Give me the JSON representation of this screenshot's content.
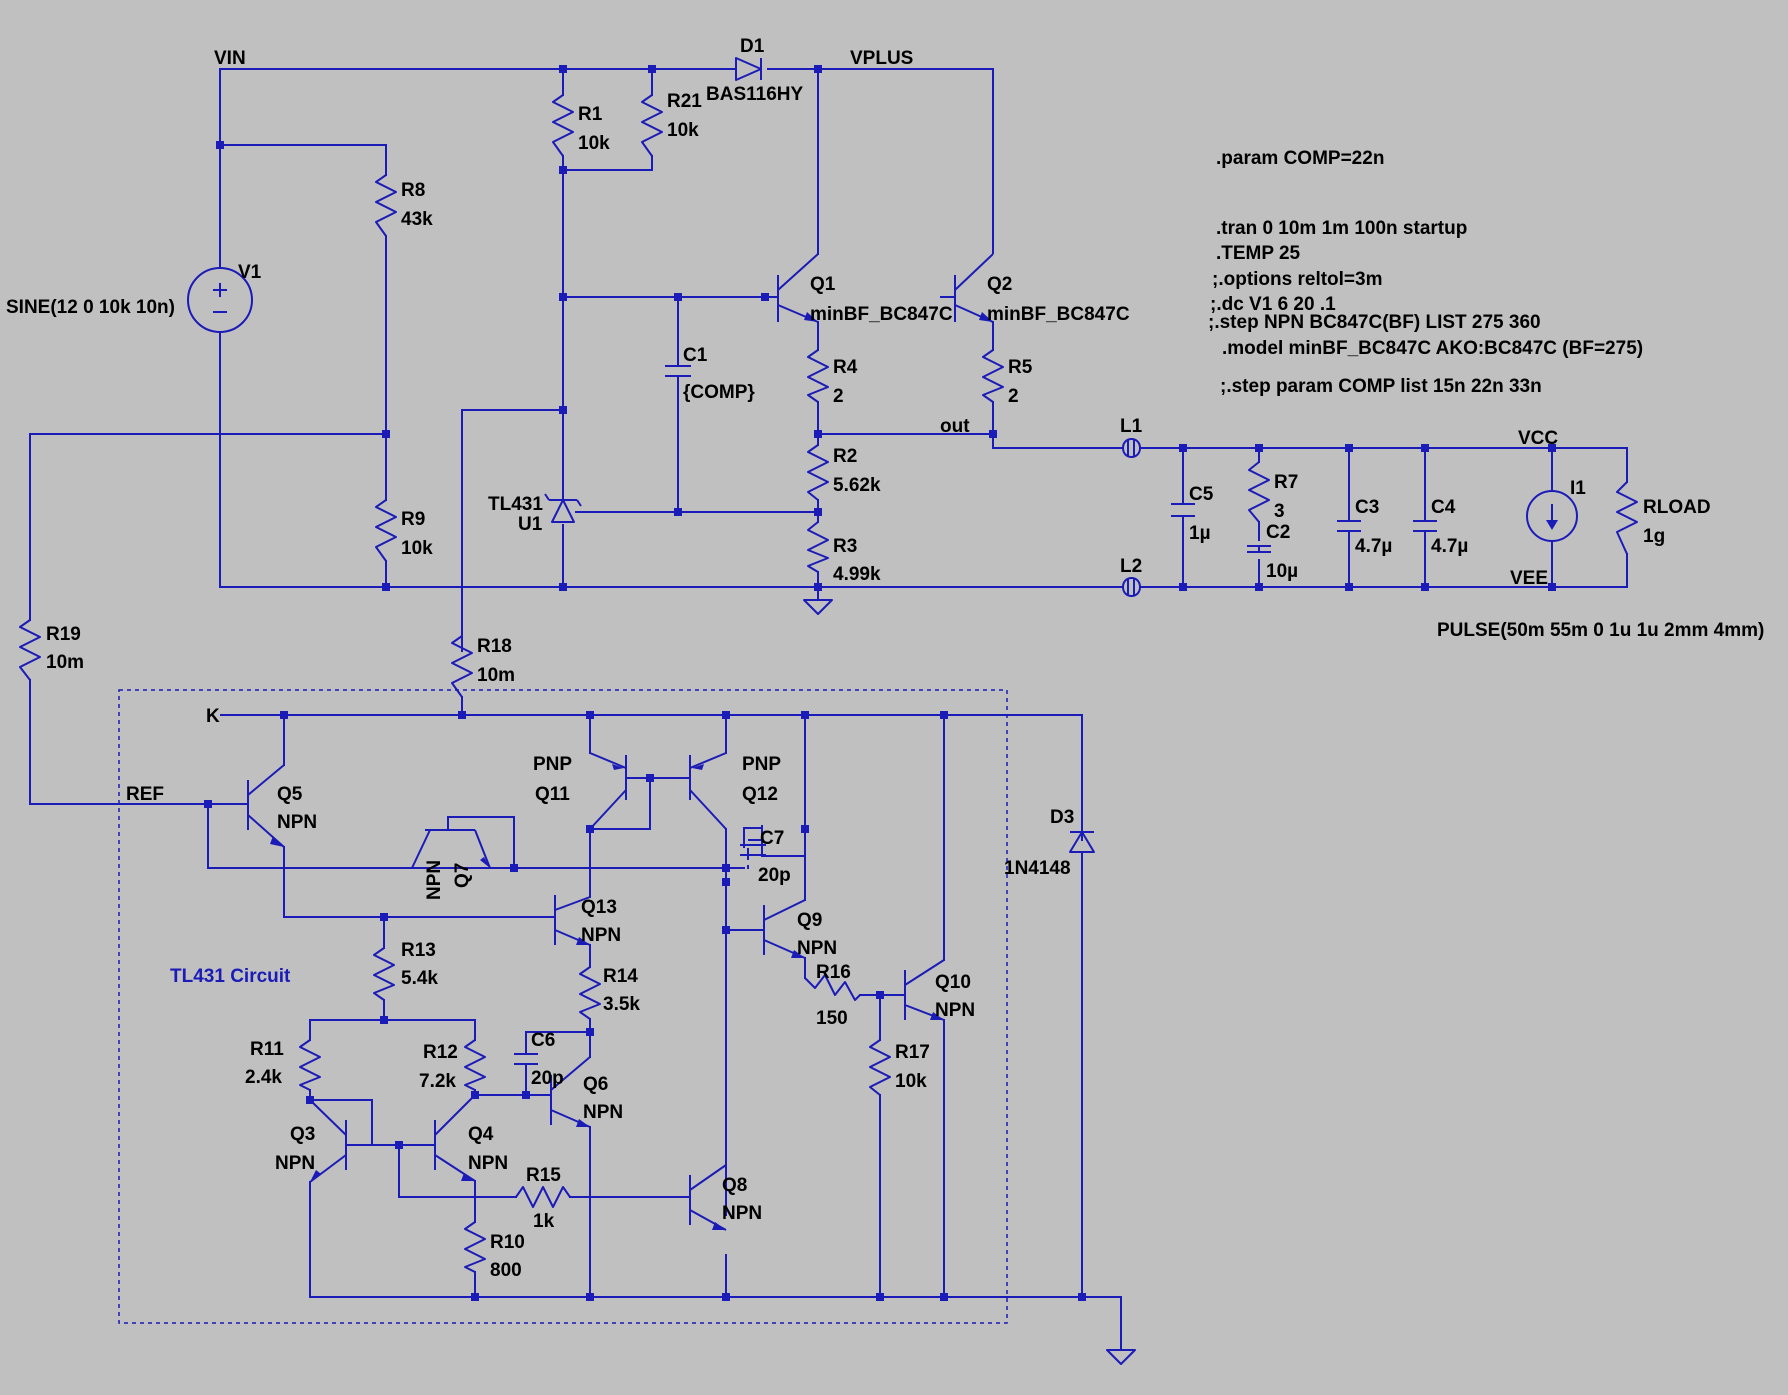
{
  "colors": {
    "background": "#c0c0c0",
    "wire": "#1b1bb7",
    "text": "#000000",
    "comment": "#1b1bb7"
  },
  "nets": {
    "vin": "VIN",
    "vplus": "VPLUS",
    "out": "out",
    "vcc": "VCC",
    "vee": "VEE",
    "k": "K",
    "ref": "REF"
  },
  "components": {
    "d1": {
      "ref": "D1",
      "value": "BAS116HY"
    },
    "r1": {
      "ref": "R1",
      "value": "10k"
    },
    "r21": {
      "ref": "R21",
      "value": "10k"
    },
    "r8": {
      "ref": "R8",
      "value": "43k"
    },
    "v1": {
      "ref": "V1",
      "value": "SINE(12 0 10k 10n)"
    },
    "r9": {
      "ref": "R9",
      "value": "10k"
    },
    "q1": {
      "ref": "Q1",
      "value": "minBF_BC847C"
    },
    "q2": {
      "ref": "Q2",
      "value": "minBF_BC847C"
    },
    "c1": {
      "ref": "C1",
      "value": "{COMP}"
    },
    "r4": {
      "ref": "R4",
      "value": "2"
    },
    "r5": {
      "ref": "R5",
      "value": "2"
    },
    "r2": {
      "ref": "R2",
      "value": "5.62k"
    },
    "r3": {
      "ref": "R3",
      "value": "4.99k"
    },
    "u1": {
      "ref": "U1",
      "value": "TL431"
    },
    "l1": {
      "ref": "L1"
    },
    "l2": {
      "ref": "L2"
    },
    "c5": {
      "ref": "C5",
      "value": "1µ"
    },
    "r7": {
      "ref": "R7",
      "value": "3"
    },
    "c2": {
      "ref": "C2",
      "value": "10µ"
    },
    "c3": {
      "ref": "C3",
      "value": "4.7µ"
    },
    "c4": {
      "ref": "C4",
      "value": "4.7µ"
    },
    "i1": {
      "ref": "I1",
      "value": "PULSE(50m 55m 0 1u 1u 2mm 4mm)"
    },
    "rload": {
      "ref": "RLOAD",
      "value": "1g"
    },
    "r19": {
      "ref": "R19",
      "value": "10m"
    },
    "r18": {
      "ref": "R18",
      "value": "10m"
    },
    "q5": {
      "ref": "Q5",
      "value": "NPN"
    },
    "q7": {
      "ref": "Q7",
      "value": "NPN"
    },
    "q11": {
      "ref": "Q11",
      "value": "PNP"
    },
    "q12": {
      "ref": "Q12",
      "value": "PNP"
    },
    "c7": {
      "ref": "C7",
      "value": "20p"
    },
    "d3": {
      "ref": "D3",
      "value": "1N4148"
    },
    "q13": {
      "ref": "Q13",
      "value": "NPN"
    },
    "r13": {
      "ref": "R13",
      "value": "5.4k"
    },
    "q9": {
      "ref": "Q9",
      "value": "NPN"
    },
    "r14": {
      "ref": "R14",
      "value": "3.5k"
    },
    "r16": {
      "ref": "R16",
      "value": "150"
    },
    "q10": {
      "ref": "Q10",
      "value": "NPN"
    },
    "r11": {
      "ref": "R11",
      "value": "2.4k"
    },
    "r12": {
      "ref": "R12",
      "value": "7.2k"
    },
    "c6": {
      "ref": "C6",
      "value": "20p"
    },
    "q6": {
      "ref": "Q6",
      "value": "NPN"
    },
    "r17": {
      "ref": "R17",
      "value": "10k"
    },
    "q3": {
      "ref": "Q3",
      "value": "NPN"
    },
    "q4": {
      "ref": "Q4",
      "value": "NPN"
    },
    "r15": {
      "ref": "R15",
      "value": "1k"
    },
    "q8": {
      "ref": "Q8",
      "value": "NPN"
    },
    "r10": {
      "ref": "R10",
      "value": "800"
    }
  },
  "directives": [
    ".param COMP=22n",
    ".tran 0 10m 1m 100n startup",
    ".TEMP 25",
    ";.options reltol=3m",
    ";.dc V1 6 20 .1",
    ";.step NPN BC847C(BF)  LIST 275 360",
    ".model minBF_BC847C AKO:BC847C (BF=275)",
    ";.step param COMP list 15n 22n 33n"
  ],
  "block_label": "TL431 Circuit"
}
